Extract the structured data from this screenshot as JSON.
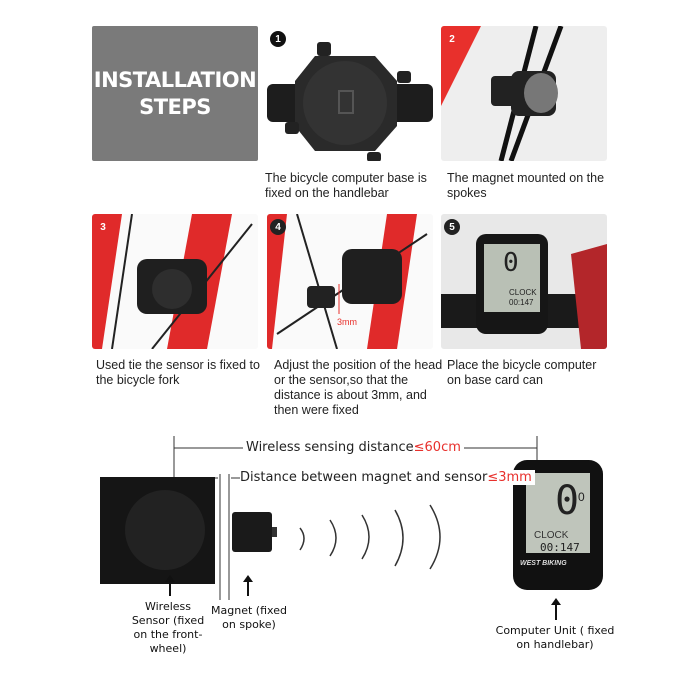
{
  "title": "INSTALLATION STEPS",
  "accent_color": "#e8302c",
  "steps": [
    {
      "number": "1",
      "caption": "The bicycle computer base is fixed on the handlebar"
    },
    {
      "number": "2",
      "caption": "The magnet mounted on the spokes"
    },
    {
      "number": "3",
      "caption": "Used tie the sensor is fixed to the bicycle fork"
    },
    {
      "number": "4",
      "caption": "Adjust the position of the head or the sensor,so that the distance is about 3mm, and then were fixed",
      "annotation": "3mm"
    },
    {
      "number": "5",
      "caption": "Place the bicycle computer on base card can"
    }
  ],
  "diagram": {
    "wireless_distance_label": "Wireless sensing distance",
    "wireless_distance_value": "≤60cm",
    "magnet_distance_label": "Distance between magnet and sensor",
    "magnet_distance_value": "≤3mm",
    "sensor_label": "Wireless Sensor (fixed on the front-wheel)",
    "magnet_label": "Magnet (fixed on spoke)",
    "computer_label": "Computer Unit ( fixed on handlebar)"
  },
  "device": {
    "speed": "0",
    "speed_small": "0",
    "mode": "CLOCK",
    "time": "00:147",
    "brand": "WEST BIKING"
  }
}
